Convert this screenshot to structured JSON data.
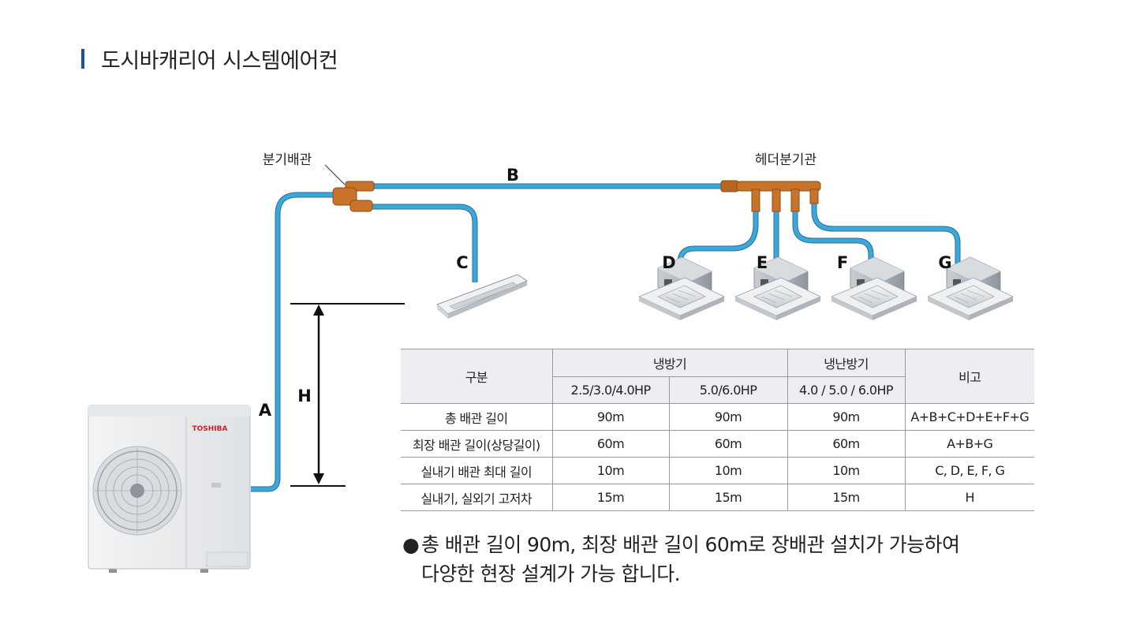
{
  "title": "도시바캐리어 시스템에어컨",
  "diagram": {
    "labels": {
      "branch_pipe": "분기배관",
      "header_pipe": "헤더분기관"
    },
    "segments": [
      "A",
      "B",
      "C",
      "D",
      "E",
      "F",
      "G"
    ],
    "height_label": "H",
    "outdoor_brand": "TOSHIBA",
    "colors": {
      "pipe": "#3aa8db",
      "copper": "#c8732a",
      "brand": "#1d4fa0"
    }
  },
  "table": {
    "header": {
      "category": "구분",
      "cooling": "냉방기",
      "heatpump": "냉난방기",
      "remarks": "비고",
      "cooling_sub": [
        "2.5/3.0/4.0HP",
        "5.0/6.0HP"
      ],
      "heatpump_sub": "4.0 / 5.0 / 6.0HP"
    },
    "rows": [
      {
        "label": "총 배관 길이",
        "c1": "90m",
        "c2": "90m",
        "c3": "90m",
        "note": "A+B+C+D+E+F+G"
      },
      {
        "label": "최장 배관 길이(상당길이)",
        "c1": "60m",
        "c2": "60m",
        "c3": "60m",
        "note": "A+B+G"
      },
      {
        "label": "실내기 배관 최대 길이",
        "c1": "10m",
        "c2": "10m",
        "c3": "10m",
        "note": "C, D, E, F, G"
      },
      {
        "label": "실내기, 실외기 고저차",
        "c1": "15m",
        "c2": "15m",
        "c3": "15m",
        "note": "H"
      }
    ]
  },
  "note": {
    "bullet": "●",
    "line1": "총 배관 길이 90m, 최장 배관 길이 60m로 장배관 설치가 가능하여",
    "line2": "다양한 현장 설계가 가능 합니다."
  }
}
